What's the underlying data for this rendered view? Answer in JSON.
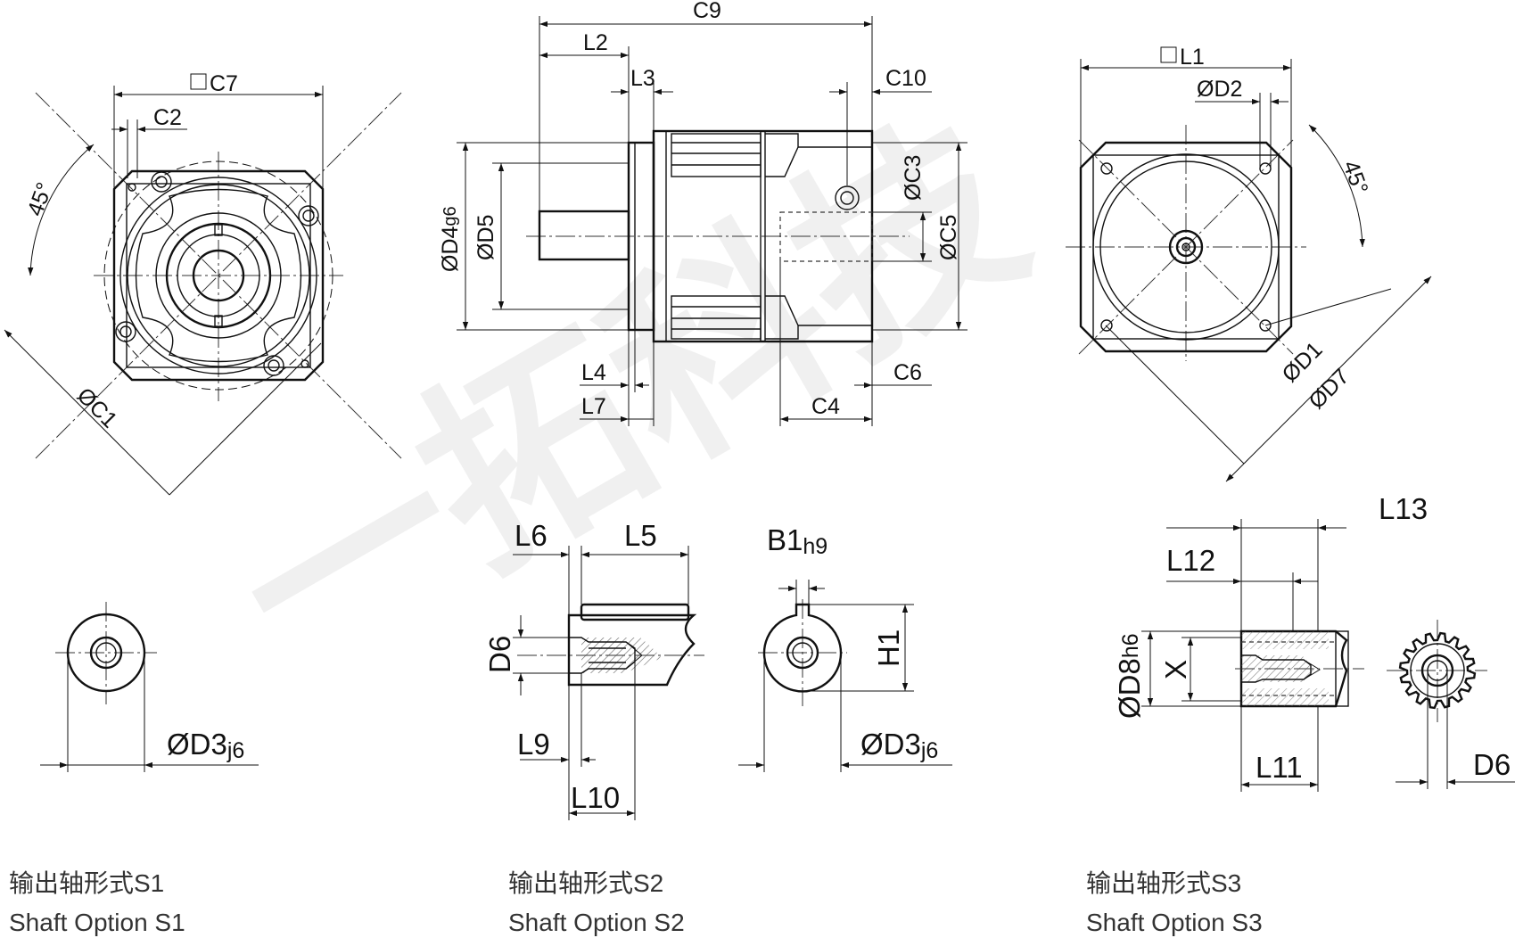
{
  "watermark": "一拓科技",
  "front_view": {
    "labels": {
      "square_c7": "C7",
      "c2": "C2",
      "angle": "45°",
      "dia_c1": "ØC1"
    }
  },
  "side_view": {
    "labels": {
      "c9": "C9",
      "l2": "L2",
      "l3": "L3",
      "c10": "C10",
      "dia_d4": "ØD4",
      "d4_tol": "g6",
      "dia_d5": "ØD5",
      "dia_c3": "ØC3",
      "dia_c5": "ØC5",
      "l4": "L4",
      "l7": "L7",
      "c6": "C6",
      "c4": "C4"
    }
  },
  "rear_view": {
    "labels": {
      "square_l1": "L1",
      "dia_d2": "ØD2",
      "angle": "45°",
      "dia_d1": "ØD1",
      "dia_d7": "ØD7"
    }
  },
  "shaft_s1": {
    "labels": {
      "dia_d3": "ØD3",
      "d3_tol": "j6"
    },
    "caption_cn": "输出轴形式S1",
    "caption_en": "Shaft Option S1"
  },
  "shaft_s2": {
    "labels": {
      "l6": "L6",
      "l5": "L5",
      "d6": "D6",
      "l9": "L9",
      "l10": "L10",
      "b1": "B1",
      "b1_tol": "h9",
      "h1": "H1",
      "dia_d3": "ØD3",
      "d3_tol": "j6"
    },
    "caption_cn": "输出轴形式S2",
    "caption_en": "Shaft Option S2"
  },
  "shaft_s3": {
    "labels": {
      "l13": "L13",
      "l12": "L12",
      "dia_d8": "ØD8",
      "d8_tol": "h6",
      "x": "X",
      "l11": "L11",
      "d6": "D6"
    },
    "caption_cn": "输出轴形式S3",
    "caption_en": "Shaft Option S3"
  }
}
